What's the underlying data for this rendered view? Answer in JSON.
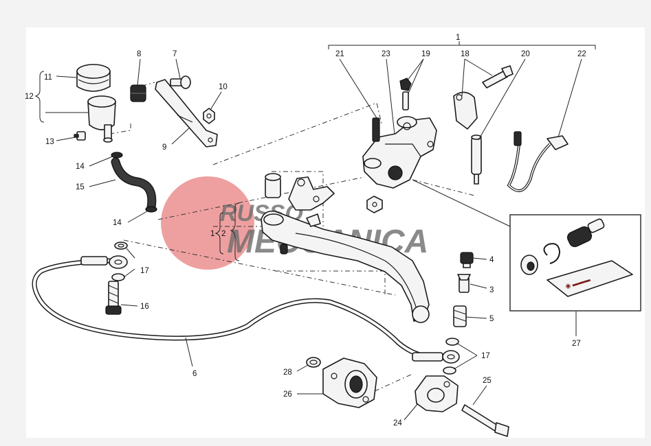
{
  "labels": {
    "n1": "1",
    "n1b": "1",
    "n2": "2",
    "n3": "3",
    "n4": "4",
    "n5": "5",
    "n6": "6",
    "n7": "7",
    "n8": "8",
    "n9": "9",
    "n10": "10",
    "n11": "11",
    "n12": "12",
    "n13": "13",
    "n14a": "14",
    "n14b": "14",
    "n15": "15",
    "n16": "16",
    "n17a": "17",
    "n17b": "17",
    "n18": "18",
    "n19": "19",
    "n20": "20",
    "n21": "21",
    "n22": "22",
    "n23": "23",
    "n24": "24",
    "n25": "25",
    "n26": "26",
    "n27": "27",
    "n28": "28"
  },
  "watermark": {
    "line1": "RUSSO",
    "line2": "MECCANICA",
    "color": "#e88080"
  }
}
